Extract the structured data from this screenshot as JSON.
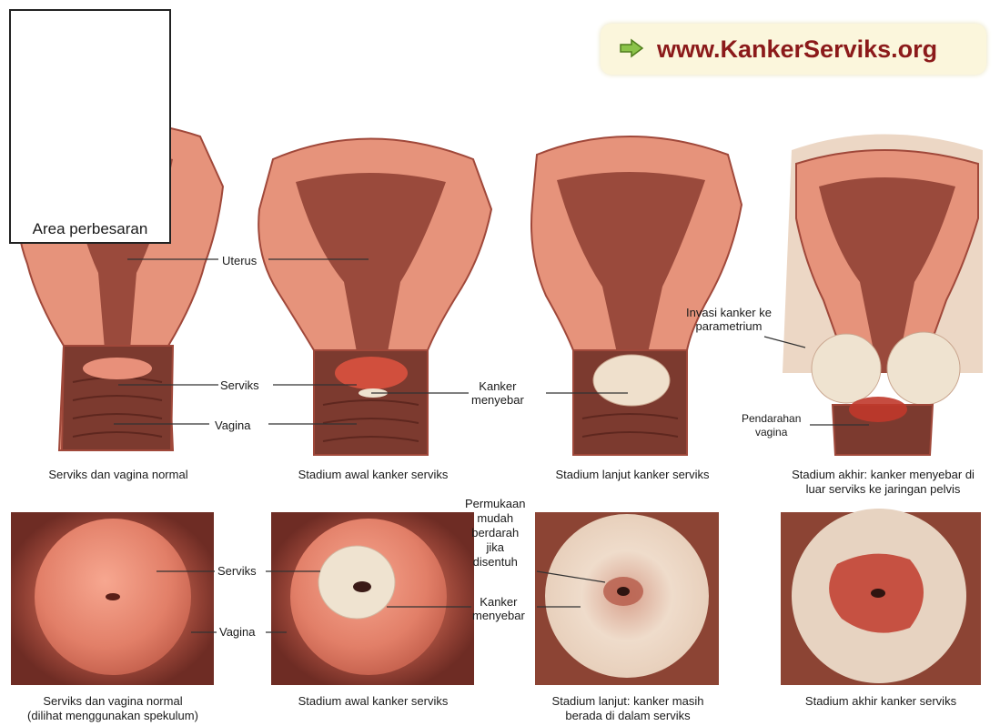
{
  "header": {
    "url": "www.KankerServiks.org"
  },
  "inset": {
    "caption": "Area perbesaran"
  },
  "top_row": {
    "labels": {
      "uterus": "Uterus",
      "serviks": "Serviks",
      "vagina": "Vagina",
      "kanker_menyebar": "Kanker\nmenyebar",
      "invasi": "Invasi kanker ke\nparametrium",
      "pendarahan": "Pendarahan\nvagina"
    },
    "captions": [
      "Serviks dan vagina normal",
      "Stadium awal kanker serviks",
      "Stadium lanjut kanker serviks",
      "Stadium akhir: kanker menyebar di\nluar serviks ke jaringan pelvis"
    ]
  },
  "bottom_row": {
    "labels": {
      "serviks": "Serviks",
      "vagina": "Vagina",
      "permukaan": "Permukaan\nmudah\nberdarah\njika\ndisentuh",
      "kanker_menyebar": "Kanker\nmenyebar"
    },
    "captions": [
      "Serviks dan vagina normal\n(dilihat menggunakan spekulum)",
      "Stadium awal kanker serviks",
      "Stadium lanjut: kanker masih\nberada di dalam serviks",
      "Stadium akhir kanker serviks"
    ]
  },
  "colors": {
    "tissue": "#e08a72",
    "tissue_dark": "#9a4034",
    "vagina": "#7a3a30",
    "cancer": "#efe3d0",
    "blood": "#c0392b",
    "url": "#8b1a1a",
    "url_bg": "#fbf6dc",
    "arrow": "#8bc34a"
  }
}
